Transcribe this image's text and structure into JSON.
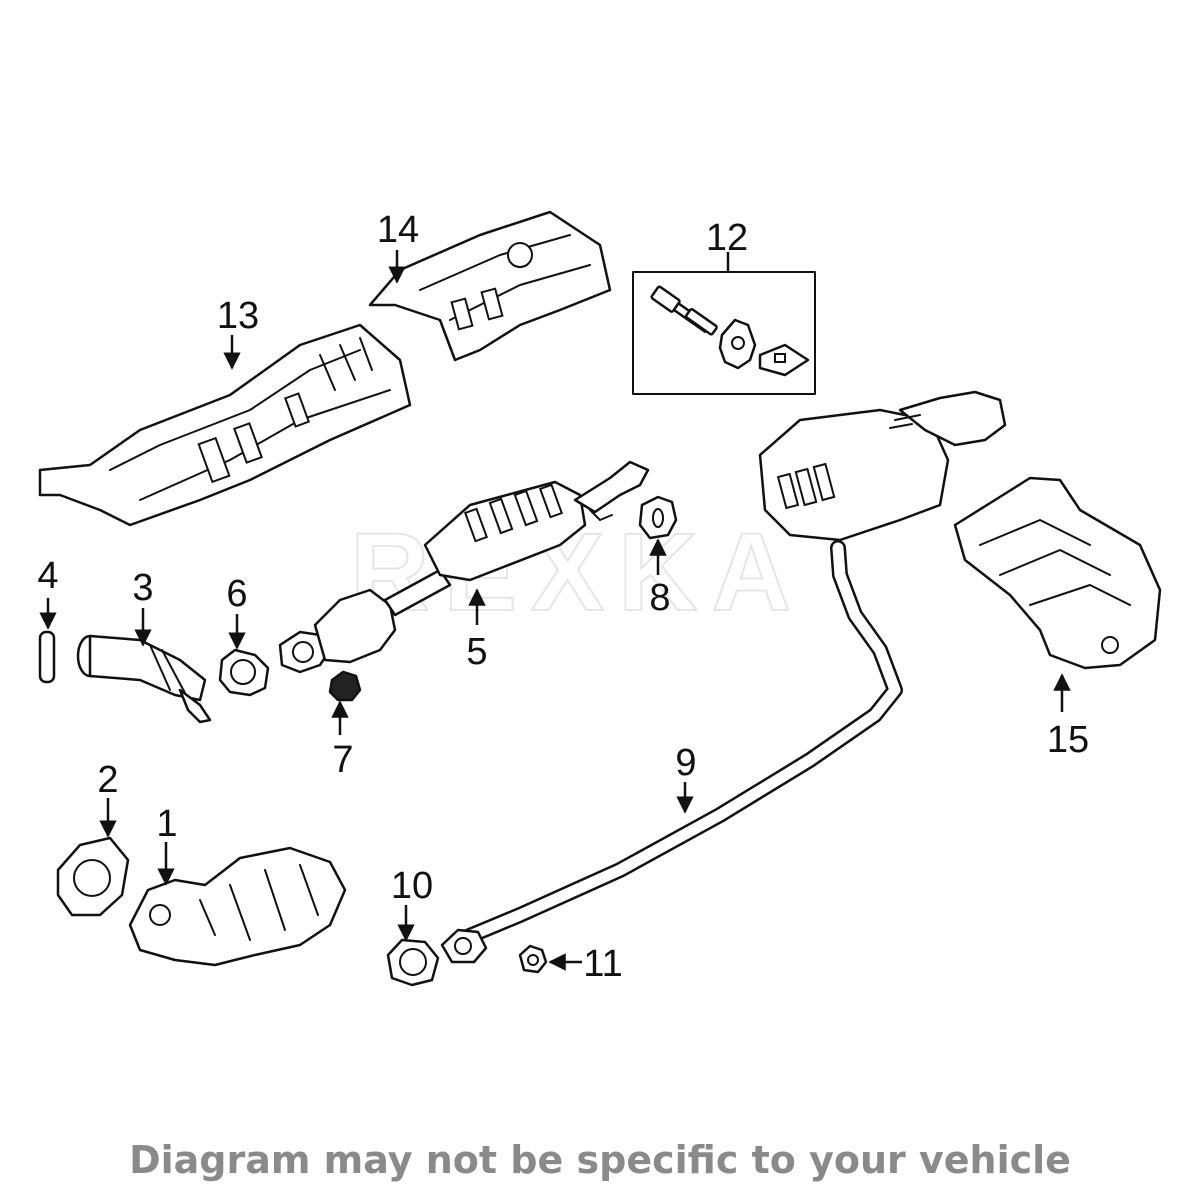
{
  "watermark": "REXKA",
  "callouts": {
    "p1": "1",
    "p2": "2",
    "p3": "3",
    "p4": "4",
    "p5": "5",
    "p6": "6",
    "p7": "7",
    "p8": "8",
    "p9": "9",
    "p10": "10",
    "p11": "11",
    "p12": "12",
    "p13": "13",
    "p14": "14",
    "p15": "15"
  },
  "disclaimer": "Diagram may not be specific to your vehicle"
}
